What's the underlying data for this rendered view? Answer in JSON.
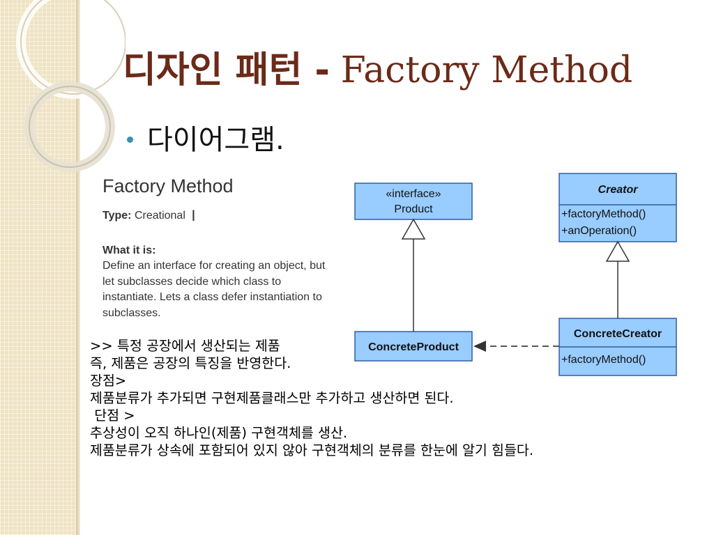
{
  "slide": {
    "title_korean": "디자인 패턴 -",
    "title_english": "Factory Method",
    "bullet": "다이어그램."
  },
  "pattern_card": {
    "heading": "Factory Method",
    "type_label": "Type:",
    "type_value": "Creational",
    "what_label": "What it is:",
    "description": "Define an interface for creating an object, but let subclasses decide which class to instantiate. Lets a class defer instantiation to subclasses."
  },
  "uml": {
    "product": {
      "stereotype": "«interface»",
      "name": "Product"
    },
    "creator": {
      "name": "Creator",
      "methods": [
        "+factoryMethod()",
        "+anOperation()"
      ]
    },
    "concrete_product": {
      "name": "ConcreteProduct"
    },
    "concrete_creator": {
      "name": "ConcreteCreator",
      "methods": [
        "+factoryMethod()"
      ]
    },
    "box_fill": "#99ccff",
    "box_stroke": "#2f5fa0"
  },
  "notes": [
    ">> 특정 공장에서 생산되는 제품",
    "즉, 제품은 공장의 특징을 반영한다.",
    "장점>",
    "제품분류가 추가되면 구현제품클래스만 추가하고 생산하면 된다.",
    " 단점 >",
    "추상성이 오직 하나인(제품) 구현객체를 생산.",
    "제품분류가 상속에 포함되어 있지 않아 구현객체의 분류를 한눈에 알기 힘들다."
  ],
  "colors": {
    "title": "#6b2a18",
    "bullet": "#3c8fb0",
    "strip": "#efe3c4"
  }
}
